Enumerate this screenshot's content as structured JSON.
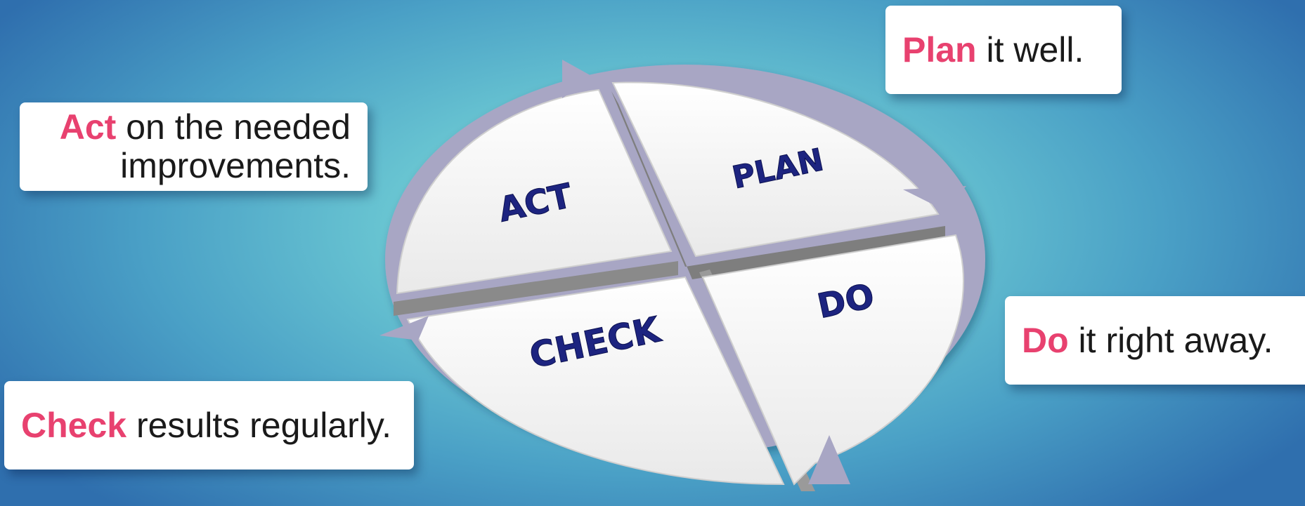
{
  "diagram": {
    "segments": {
      "plan": "PLAN",
      "do": "DO",
      "check": "CHECK",
      "act": "ACT"
    }
  },
  "cards": {
    "plan": {
      "keyword": "Plan",
      "text": " it well."
    },
    "act": {
      "keyword": "Act",
      "text_line1": " on the needed",
      "text_line2": "improvements."
    },
    "do": {
      "keyword": "Do",
      "text": " it right away."
    },
    "check": {
      "keyword": "Check",
      "text": " results regularly."
    }
  },
  "colors": {
    "keyword": "#e8416f",
    "segment_label": "#1d2480",
    "arrow_ring": "#a8a6c4",
    "segment_face": "#f4f4f4"
  }
}
